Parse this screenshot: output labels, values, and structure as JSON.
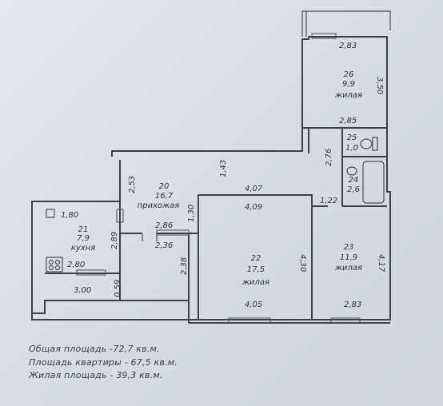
{
  "rooms": [
    {
      "id": "26",
      "area": "9,9",
      "name": "жилая"
    },
    {
      "id": "25",
      "area": "1,0"
    },
    {
      "id": "24",
      "area": "2,6"
    },
    {
      "id": "20",
      "area": "16,7",
      "name": "прихожая"
    },
    {
      "id": "21",
      "area": "7,9",
      "name": "кухня"
    },
    {
      "id": "22",
      "area": "17,5",
      "name": "жилая"
    },
    {
      "id": "23",
      "area": "11,9",
      "name": "жилая"
    }
  ],
  "dimensions": {
    "d_283_top": "2,83",
    "d_350": "3,50",
    "d_285": "2,85",
    "d_276": "2,76",
    "d_143": "1,43",
    "d_253": "2,53",
    "d_407": "4,07",
    "d_409": "4,09",
    "d_122": "1,22",
    "d_180": "1,80",
    "d_130": "1,30",
    "d_286": "2,86",
    "d_236": "2,36",
    "d_289": "2,89",
    "d_280": "2,80",
    "d_300": "3,00",
    "d_059": "0,59",
    "d_238": "2,38",
    "d_430": "4,30",
    "d_405": "4,05",
    "d_417": "4,17",
    "d_283_bottom": "2,83"
  },
  "summary": {
    "total": "Общая площадь -72,7 кв.м.",
    "apartment": "Площадь квартиры - 67,5 кв.м.",
    "living": "Жилая площадь - 39,3 кв.м."
  }
}
